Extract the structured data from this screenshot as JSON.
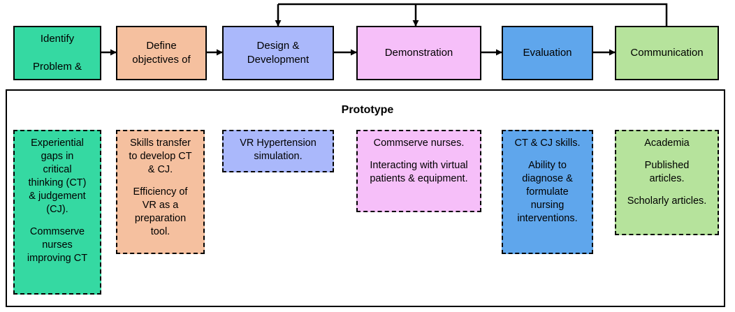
{
  "colors": {
    "identify": "#35d9a2",
    "define": "#f5c09f",
    "design": "#aab8fb",
    "demonstration": "#f6bff9",
    "evaluation": "#5fa6ec",
    "communication": "#b6e39c"
  },
  "stages": [
    {
      "key": "identify",
      "label": "Identify\n\nProblem &"
    },
    {
      "key": "define",
      "label": "Define\nobjectives of"
    },
    {
      "key": "design",
      "label": "Design &\nDevelopment"
    },
    {
      "key": "demonstration",
      "label": "Demonstration"
    },
    {
      "key": "evaluation",
      "label": "Evaluation"
    },
    {
      "key": "communication",
      "label": "Communication"
    }
  ],
  "prototype": {
    "title": "Prototype",
    "boxes": [
      {
        "key": "identify",
        "paragraphs": [
          "Experiential\ngaps in\ncritical\nthinking (CT)\n& judgement\n(CJ).",
          "Commserve\nnurses\nimproving CT"
        ]
      },
      {
        "key": "define",
        "paragraphs": [
          "Skills transfer\nto develop CT\n& CJ.",
          "Efficiency of\nVR as a\npreparation\ntool."
        ]
      },
      {
        "key": "design",
        "paragraphs": [
          "VR Hypertension\nsimulation."
        ]
      },
      {
        "key": "demonstration",
        "paragraphs": [
          "Commserve nurses.",
          "Interacting with virtual\npatients & equipment."
        ]
      },
      {
        "key": "evaluation",
        "paragraphs": [
          "CT & CJ skills.",
          "Ability to\ndiagnose &\nformulate\nnursing\ninterventions."
        ]
      },
      {
        "key": "communication",
        "paragraphs": [
          "Academia",
          "Published\narticles.",
          "Scholarly articles."
        ]
      }
    ]
  }
}
